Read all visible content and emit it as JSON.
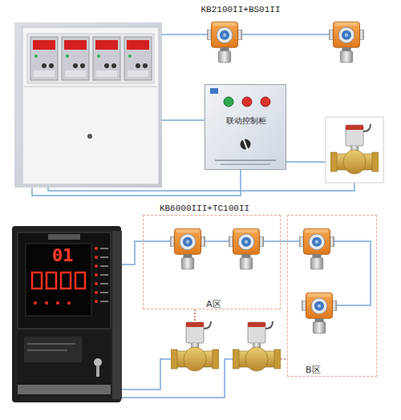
{
  "diagram": {
    "nodes": [
      {
        "text": [
          "联动控制柜"
        ]
      },
      {
        "text": [
          "A区"
        ]
      },
      {
        "text": [
          "B区"
        ]
      }
    ],
    "edges": [
      {
        "from": 1,
        "to": 2,
        "arrow": "none"
      }
    ],
    "labels": [
      "KB2100II+BS01II",
      "KB6000III+TC100II",
      "01"
    ]
  }
}
